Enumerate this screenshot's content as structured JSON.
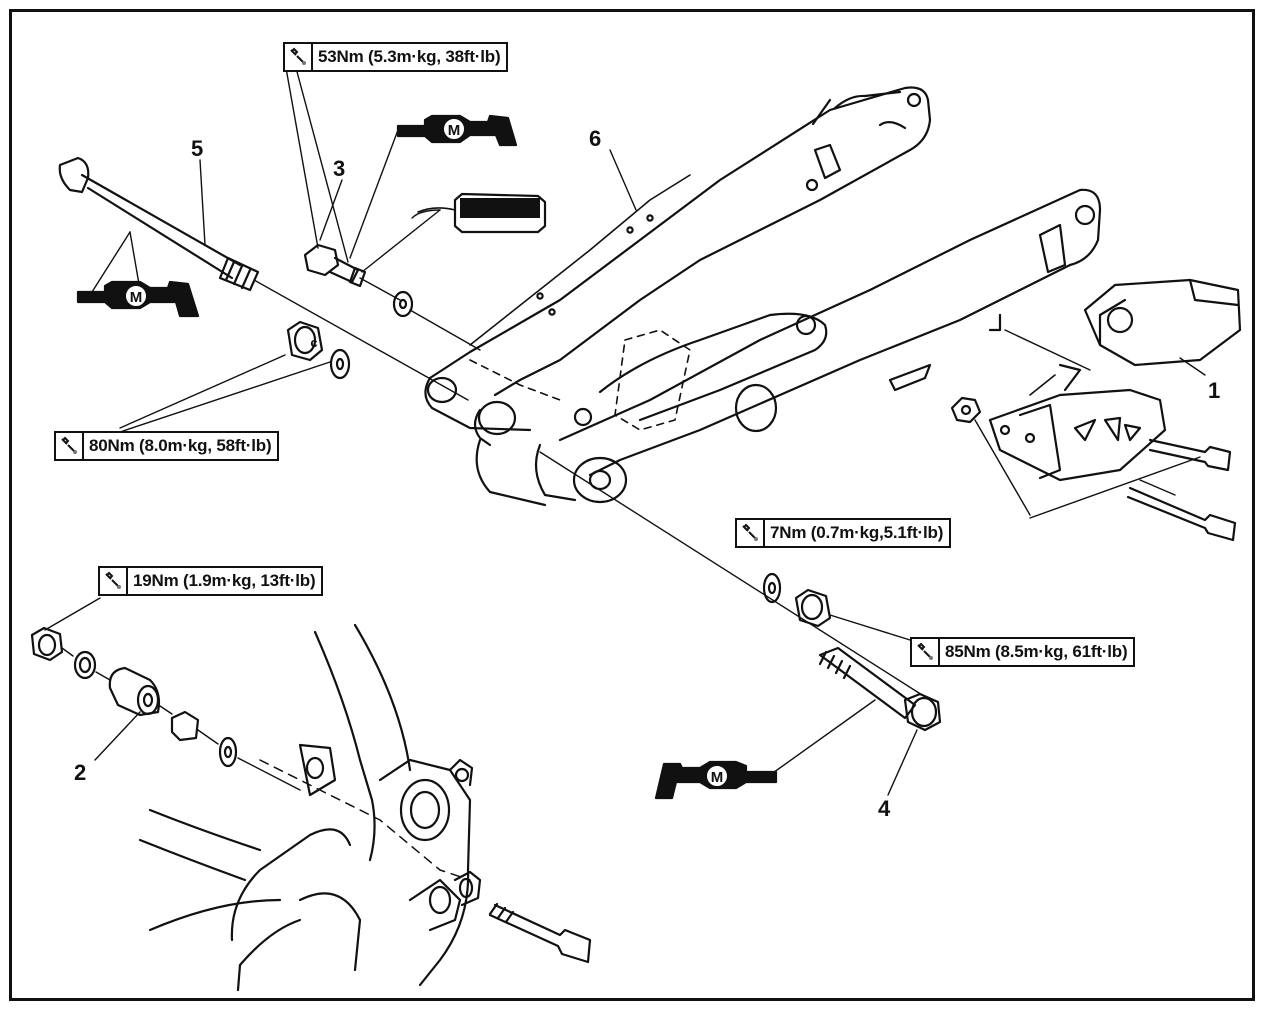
{
  "part_numbers": {
    "p1": "1",
    "p2": "2",
    "p3": "3",
    "p4": "4",
    "p5": "5",
    "p6": "6"
  },
  "torque_specs": {
    "t53": "53Nm (5.3m·kg, 38ft·lb)",
    "t80": "80Nm (8.0m·kg, 58ft·lb)",
    "t19": "19Nm (1.9m·kg, 13ft·lb)",
    "t7": "7Nm (0.7m·kg,5.1ft·lb)",
    "t85": "85Nm (8.5m·kg, 61ft·lb)"
  },
  "symbols": {
    "grease_letter": "M",
    "spacer_letter": "c",
    "torque_icon": "wrench-icon",
    "grease_icon": "grease-gun-icon",
    "threadlock_icon": "threadlock-icon"
  }
}
